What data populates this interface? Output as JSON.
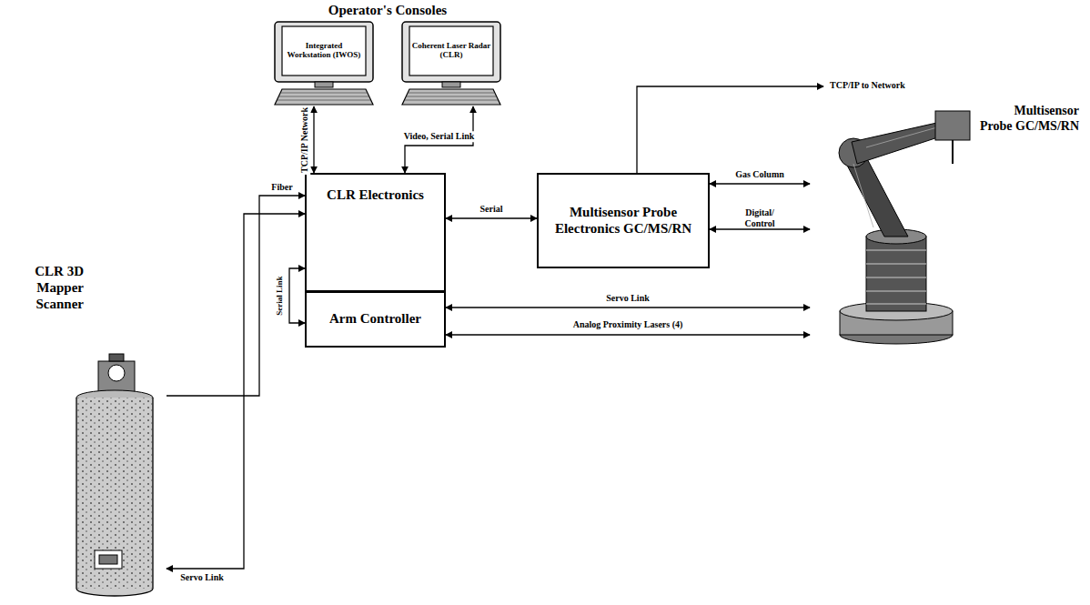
{
  "diagram": {
    "nodes": [
      {
        "text": [
          "Integrated Workstation (IWOS)"
        ]
      },
      {
        "text": [
          "Coherent Laser Radar (CLR)"
        ]
      },
      {
        "text": [
          "CLR Electronics"
        ]
      },
      {
        "text": [
          "Arm Controller"
        ]
      },
      {
        "text": [
          "Multisensor Probe Electronics GC/MS/RN"
        ]
      },
      {
        "text": [
          "Multisensor Probe GC/MS/RN"
        ]
      },
      {
        "text": [
          "CLR 3D Mapper Scanner"
        ]
      }
    ],
    "edges": [
      {
        "from": 0,
        "to": 2,
        "label": "TCP/IP Network",
        "arrow": "both"
      },
      {
        "from": 1,
        "to": 2,
        "label": "Video, Serial Link",
        "arrow": "both"
      },
      {
        "from": 6,
        "to": 2,
        "label": "Fiber",
        "arrow": "to"
      },
      {
        "from": 6,
        "to": 2,
        "label": "Servo Link",
        "arrow": "both"
      },
      {
        "from": 2,
        "to": 3,
        "label": "Serial Link",
        "arrow": "both"
      },
      {
        "from": 2,
        "to": 4,
        "label": "Serial",
        "arrow": "both"
      },
      {
        "from": 4,
        "to": 5,
        "label": "Gas Column",
        "arrow": "both"
      },
      {
        "from": 4,
        "to": 5,
        "label": "Digital/ Control",
        "arrow": "both"
      },
      {
        "from": 3,
        "to": 5,
        "label": "Servo Link",
        "arrow": "both"
      },
      {
        "from": 3,
        "to": 5,
        "label": "Analog Proximity Lasers (4)",
        "arrow": "both"
      }
    ],
    "labels": [
      "Operator's Consoles",
      "TCP/IP to Network"
    ]
  }
}
